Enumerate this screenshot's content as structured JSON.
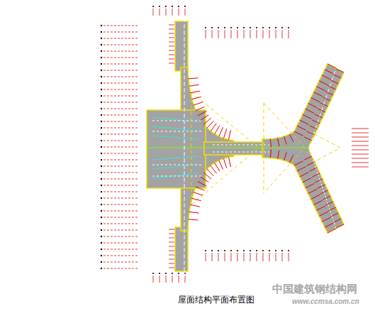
{
  "diagram": {
    "caption": "屋面结构平面布置图",
    "labels": [
      "中国建筑钢结构网",
      "www.ccmsa.com.cn"
    ]
  }
}
